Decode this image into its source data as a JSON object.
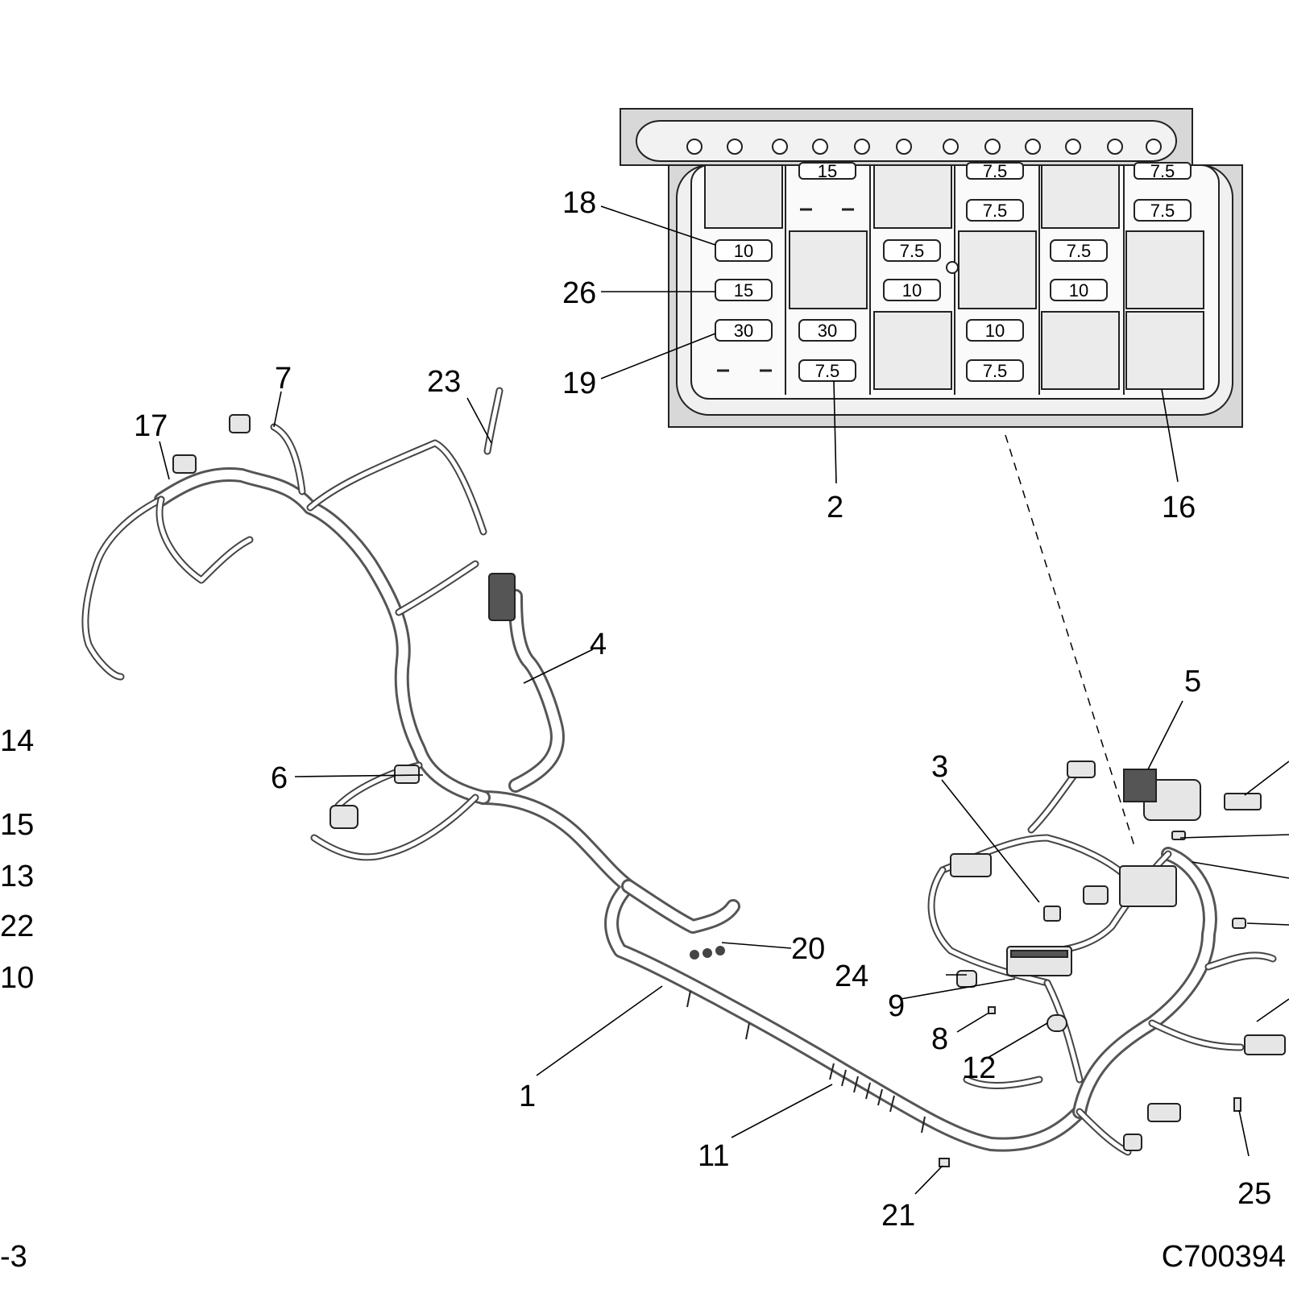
{
  "diagram_id": "C700394",
  "page_ref": "-3",
  "callouts": {
    "c1": "1",
    "c2": "2",
    "c3": "3",
    "c4": "4",
    "c5": "5",
    "c6": "6",
    "c7": "7",
    "c8": "8",
    "c9": "9",
    "c10": "10",
    "c11": "11",
    "c12": "12",
    "c13": "13",
    "c14": "14",
    "c15": "15",
    "c16": "16",
    "c17": "17",
    "c18": "18",
    "c19": "19",
    "c20": "20",
    "c21": "21",
    "c22": "22",
    "c23": "23",
    "c24": "24",
    "c25": "25",
    "c26": "26"
  },
  "fuse_box": {
    "fuses": [
      {
        "id": "f-top-1",
        "rating": "15"
      },
      {
        "id": "f-top-2",
        "rating": "7.5"
      },
      {
        "id": "f-top-3",
        "rating": "7.5"
      },
      {
        "id": "f-top-4",
        "rating": "7.5"
      },
      {
        "id": "f-top-5",
        "rating": "7.5"
      },
      {
        "id": "f-c1-r1",
        "rating": "10"
      },
      {
        "id": "f-c1-r2",
        "rating": "15"
      },
      {
        "id": "f-c1-r3",
        "rating": "30"
      },
      {
        "id": "f-c2-r3",
        "rating": "30"
      },
      {
        "id": "f-c2-r4",
        "rating": "7.5"
      },
      {
        "id": "f-c3-r1",
        "rating": "7.5"
      },
      {
        "id": "f-c3-r2",
        "rating": "10"
      },
      {
        "id": "f-c4-r3",
        "rating": "10"
      },
      {
        "id": "f-c4-r4",
        "rating": "7.5"
      },
      {
        "id": "f-c5-r1",
        "rating": "7.5"
      },
      {
        "id": "f-c5-r2",
        "rating": "10"
      }
    ]
  }
}
